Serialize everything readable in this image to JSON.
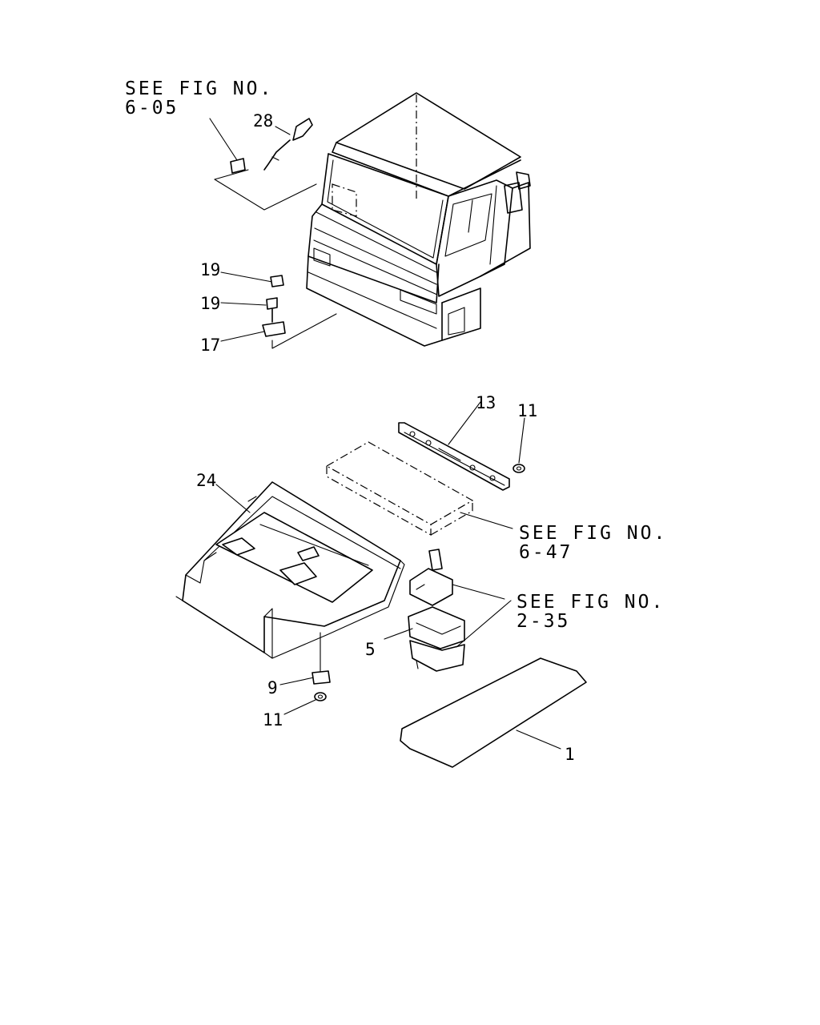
{
  "callouts": {
    "p28": "28",
    "p19a": "19",
    "p19b": "19",
    "p17": "17",
    "p13": "13",
    "p11a": "11",
    "p24": "24",
    "p5": "5",
    "p9": "9",
    "p11b": "11",
    "p1": "1"
  },
  "refs": {
    "r1": {
      "line1": "SEE FIG NO.",
      "line2": "6-05"
    },
    "r2": {
      "line1": "SEE FIG NO.",
      "line2": "6-47"
    },
    "r3": {
      "line1": "SEE FIG NO.",
      "line2": "2-35"
    }
  }
}
